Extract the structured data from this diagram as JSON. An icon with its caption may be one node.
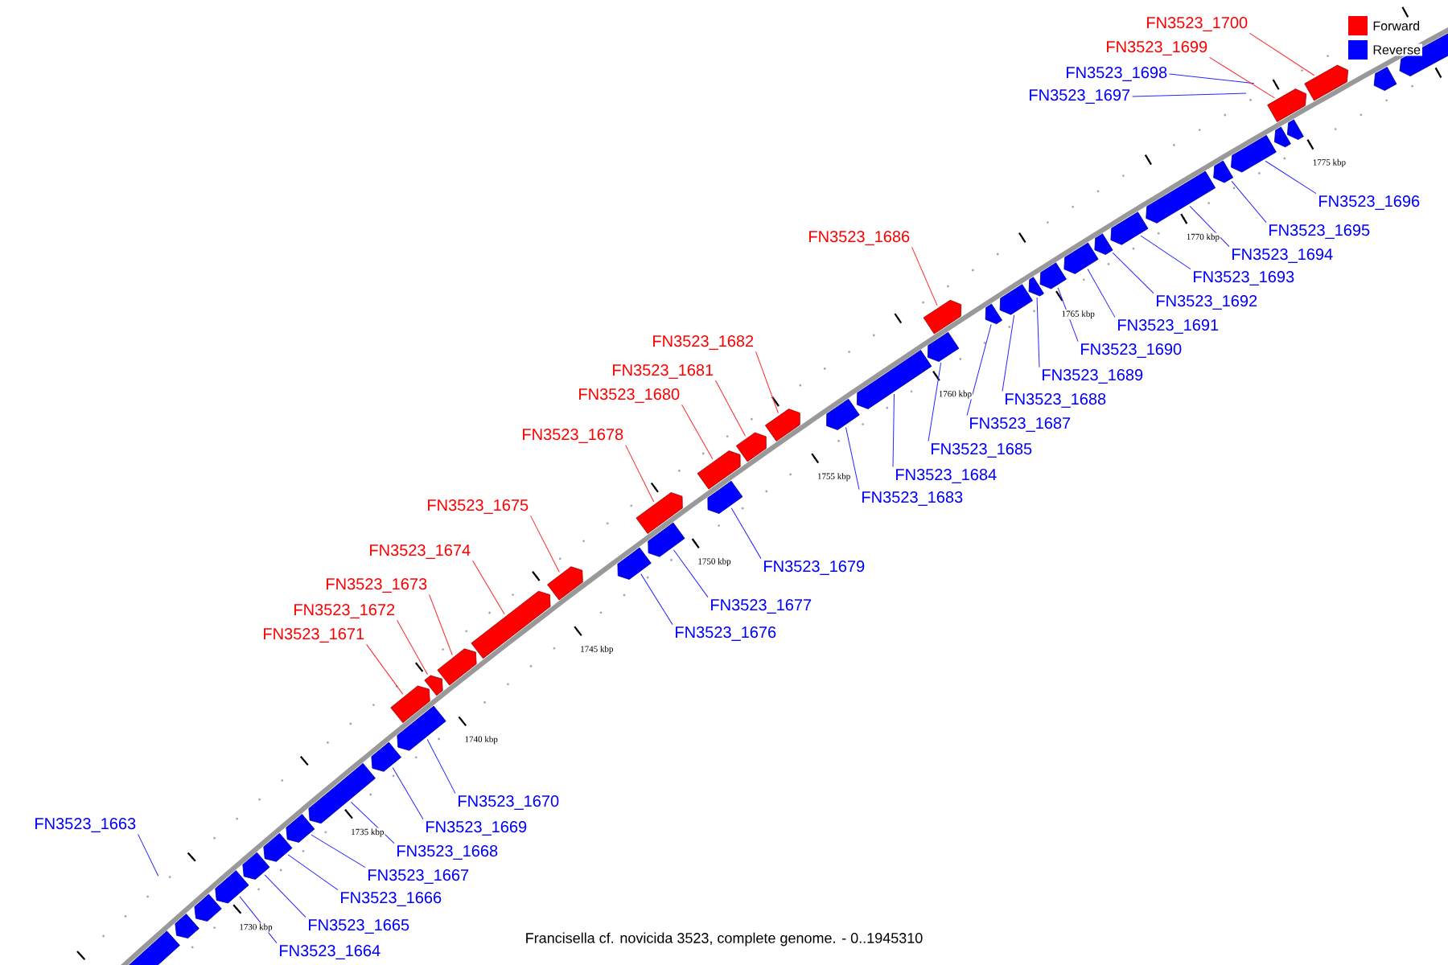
{
  "diagram": {
    "caption": "Francisella cf. novicida 3523, complete genome. - 0..1945310",
    "nodes": [
      {
        "text": [
          "FN3523_1663"
        ]
      },
      {
        "text": [
          "FN3523_1664"
        ]
      },
      {
        "text": [
          "FN3523_1665"
        ]
      },
      {
        "text": [
          "FN3523_1666"
        ]
      },
      {
        "text": [
          "FN3523_1667"
        ]
      },
      {
        "text": [
          "FN3523_1668"
        ]
      },
      {
        "text": [
          "FN3523_1669"
        ]
      },
      {
        "text": [
          "FN3523_1670"
        ]
      },
      {
        "text": [
          "FN3523_1671"
        ]
      },
      {
        "text": [
          "FN3523_1672"
        ]
      },
      {
        "text": [
          "FN3523_1673"
        ]
      },
      {
        "text": [
          "FN3523_1674"
        ]
      },
      {
        "text": [
          "FN3523_1675"
        ]
      },
      {
        "text": [
          "FN3523_1676"
        ]
      },
      {
        "text": [
          "FN3523_1677"
        ]
      },
      {
        "text": [
          "FN3523_1678"
        ]
      },
      {
        "text": [
          "FN3523_1679"
        ]
      },
      {
        "text": [
          "FN3523_1680"
        ]
      },
      {
        "text": [
          "FN3523_1681"
        ]
      },
      {
        "text": [
          "FN3523_1682"
        ]
      },
      {
        "text": [
          "FN3523_1683"
        ]
      },
      {
        "text": [
          "FN3523_1684"
        ]
      },
      {
        "text": [
          "FN3523_1685"
        ]
      },
      {
        "text": [
          "FN3523_1686"
        ]
      },
      {
        "text": [
          "FN3523_1687"
        ]
      },
      {
        "text": [
          "FN3523_1688"
        ]
      },
      {
        "text": [
          "FN3523_1689"
        ]
      },
      {
        "text": [
          "FN3523_1690"
        ]
      },
      {
        "text": [
          "FN3523_1691"
        ]
      },
      {
        "text": [
          "FN3523_1692"
        ]
      },
      {
        "text": [
          "FN3523_1693"
        ]
      },
      {
        "text": [
          "FN3523_1694"
        ]
      },
      {
        "text": [
          "FN3523_1695"
        ]
      },
      {
        "text": [
          "FN3523_1696"
        ]
      },
      {
        "text": [
          "FN3523_1697"
        ]
      },
      {
        "text": [
          "FN3523_1698"
        ]
      },
      {
        "text": [
          "FN3523_1699"
        ]
      },
      {
        "text": [
          "FN3523_1700"
        ]
      },
      {
        "text": [],
        "shape": "arrow"
      },
      {
        "text": [],
        "shape": "arrow"
      },
      {
        "text": [],
        "shape": "arrow"
      },
      {
        "text": [],
        "shape": "arrow"
      },
      {
        "text": [],
        "shape": "arrow"
      },
      {
        "text": [],
        "shape": "arrow"
      },
      {
        "text": [],
        "shape": "arrow"
      },
      {
        "text": [],
        "shape": "arrow"
      },
      {
        "text": [],
        "shape": "arrow"
      },
      {
        "text": [],
        "shape": "arrow"
      },
      {
        "text": [],
        "shape": "arrow"
      },
      {
        "text": [],
        "shape": "arrow"
      },
      {
        "text": [],
        "shape": "arrow"
      },
      {
        "text": [],
        "shape": "arrow"
      },
      {
        "text": [],
        "shape": "arrow"
      },
      {
        "text": [],
        "shape": "arrow"
      },
      {
        "text": [],
        "shape": "arrow"
      },
      {
        "text": [],
        "shape": "arrow"
      },
      {
        "text": [],
        "shape": "arrow"
      },
      {
        "text": [],
        "shape": "arrow"
      },
      {
        "text": [],
        "shape": "arrow"
      },
      {
        "text": [],
        "shape": "arrow"
      },
      {
        "text": [],
        "shape": "arrow"
      },
      {
        "text": [],
        "shape": "arrow"
      },
      {
        "text": [],
        "shape": "arrow"
      },
      {
        "text": [],
        "shape": "arrow"
      },
      {
        "text": [],
        "shape": "arrow"
      },
      {
        "text": [],
        "shape": "arrow"
      },
      {
        "text": [],
        "shape": "arrow"
      },
      {
        "text": [],
        "shape": "arrow"
      },
      {
        "text": [],
        "shape": "arrow"
      },
      {
        "text": [],
        "shape": "arrow"
      },
      {
        "text": [],
        "shape": "arrow"
      },
      {
        "text": [],
        "shape": "arrow"
      },
      {
        "text": [],
        "shape": "arrow"
      },
      {
        "text": [],
        "shape": "arrow"
      },
      {
        "text": [],
        "shape": "arrow"
      },
      {
        "text": [],
        "shape": "arrow"
      },
      {
        "text": [],
        "shape": "arrow"
      },
      {
        "text": [],
        "shape": "arrow"
      },
      {
        "text": [],
        "shape": "arrow"
      },
      {
        "text": [],
        "shape": "arrow"
      }
    ],
    "edges": [
      {
        "from": 0,
        "to": null,
        "arrow": "none"
      },
      {
        "from": 1,
        "to": 41,
        "arrow": "none"
      },
      {
        "from": 2,
        "to": 42,
        "arrow": "none"
      },
      {
        "from": 3,
        "to": 43,
        "arrow": "none"
      },
      {
        "from": 4,
        "to": 44,
        "arrow": "none"
      },
      {
        "from": 5,
        "to": 45,
        "arrow": "none"
      },
      {
        "from": 6,
        "to": 46,
        "arrow": "none"
      },
      {
        "from": 7,
        "to": 47,
        "arrow": "none"
      },
      {
        "from": 8,
        "to": 48,
        "arrow": "none",
        "color": "#ff0000"
      },
      {
        "from": 9,
        "to": 49,
        "arrow": "none",
        "color": "#ff0000"
      },
      {
        "from": 10,
        "to": 50,
        "arrow": "none",
        "color": "#ff0000"
      },
      {
        "from": 11,
        "to": 51,
        "arrow": "none",
        "color": "#ff0000"
      },
      {
        "from": 12,
        "to": 52,
        "arrow": "none",
        "color": "#ff0000"
      },
      {
        "from": 13,
        "to": 53,
        "arrow": "none"
      },
      {
        "from": 14,
        "to": 54,
        "arrow": "none"
      },
      {
        "from": 15,
        "to": 55,
        "arrow": "none",
        "color": "#ff0000"
      },
      {
        "from": 16,
        "to": 56,
        "arrow": "none"
      },
      {
        "from": 17,
        "to": 57,
        "arrow": "none",
        "color": "#ff0000"
      },
      {
        "from": 18,
        "to": 58,
        "arrow": "none",
        "color": "#ff0000"
      },
      {
        "from": 19,
        "to": 59,
        "arrow": "none",
        "color": "#ff0000"
      },
      {
        "from": 20,
        "to": 60,
        "arrow": "none"
      },
      {
        "from": 21,
        "to": 61,
        "arrow": "none"
      },
      {
        "from": 22,
        "to": 62,
        "arrow": "none"
      },
      {
        "from": 23,
        "to": 63,
        "arrow": "none",
        "color": "#ff0000"
      },
      {
        "from": 24,
        "to": 64,
        "arrow": "none"
      },
      {
        "from": 25,
        "to": 65,
        "arrow": "none"
      },
      {
        "from": 26,
        "to": 66,
        "arrow": "none"
      },
      {
        "from": 27,
        "to": 67,
        "arrow": "none"
      },
      {
        "from": 28,
        "to": 68,
        "arrow": "none"
      },
      {
        "from": 29,
        "to": 69,
        "arrow": "none"
      },
      {
        "from": 30,
        "to": 70,
        "arrow": "none"
      },
      {
        "from": 31,
        "to": 71,
        "arrow": "none"
      },
      {
        "from": 32,
        "to": 72,
        "arrow": "none"
      },
      {
        "from": 33,
        "to": 73,
        "arrow": "none"
      },
      {
        "from": 34,
        "to": null,
        "arrow": "none"
      },
      {
        "from": 35,
        "to": null,
        "arrow": "none"
      },
      {
        "from": 36,
        "to": 75,
        "arrow": "none",
        "color": "#ff0000"
      },
      {
        "from": 37,
        "to": 77,
        "arrow": "none",
        "color": "#ff0000"
      }
    ],
    "labels": [
      "1730 kbp",
      "1735 kbp",
      "1740 kbp",
      "1745 kbp",
      "1750 kbp",
      "1755 kbp",
      "1760 kbp",
      "1765 kbp",
      "1770 kbp",
      "1775 kbp"
    ],
    "legend": [
      {
        "text": "Forward",
        "color": "#ff0000"
      },
      {
        "text": "Reverse",
        "color": "#0000ff"
      }
    ]
  }
}
